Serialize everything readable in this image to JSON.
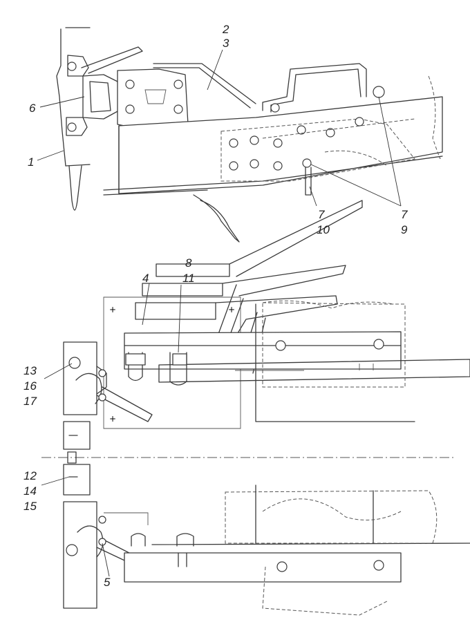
{
  "callouts": {
    "c2": "2",
    "c3": "3",
    "c6": "6",
    "c1": "1",
    "c7a": "7",
    "c10": "10",
    "c7b": "7",
    "c9": "9",
    "c8": "8",
    "c4": "4",
    "c11": "11",
    "c13": "13",
    "c16": "16",
    "c17": "17",
    "c12": "12",
    "c14": "14",
    "c15": "15",
    "c5": "5"
  }
}
